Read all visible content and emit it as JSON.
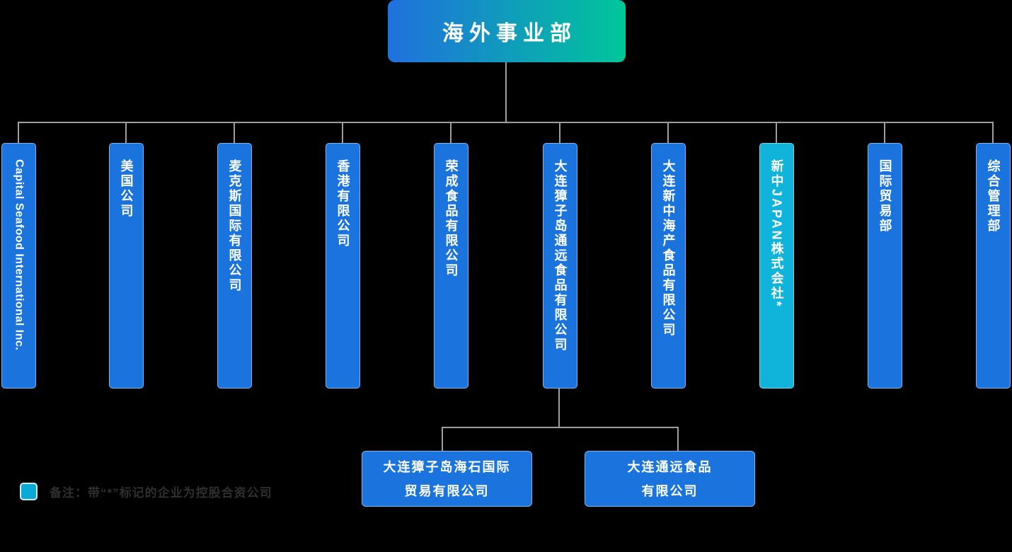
{
  "root": {
    "label": "海外事业部"
  },
  "children": [
    {
      "label": "Capital Seafood International Inc."
    },
    {
      "label": "美国公司"
    },
    {
      "label": "麦克斯国际有限公司"
    },
    {
      "label": "香港有限公司"
    },
    {
      "label": "荣成食品有限公司"
    },
    {
      "label": "大连獐子岛通远食品有限公司"
    },
    {
      "label": "大连新中海产食品有限公司"
    },
    {
      "label": "新中JAPAN株式会社*"
    },
    {
      "label": "国际贸易部"
    },
    {
      "label": "综合管理部"
    }
  ],
  "grandchildren": [
    {
      "line1": "大连獐子岛海石国际",
      "line2": "贸易有限公司"
    },
    {
      "line1": "大连通远食品",
      "line2": "有限公司"
    }
  ],
  "note": {
    "label": "备注：带“*”标记的企业为控股合资公司"
  },
  "colors": {
    "background": "#000000",
    "box_blue": "#1B74DD",
    "box_teal": "#10B3DA",
    "root_gradient_start": "#2070DE",
    "root_gradient_end": "#00C69A",
    "connector": "#9E9E9E",
    "note_square": "#0BAAD6",
    "note_text": "#2F2F2F",
    "label_text": "#FFFFFF"
  }
}
